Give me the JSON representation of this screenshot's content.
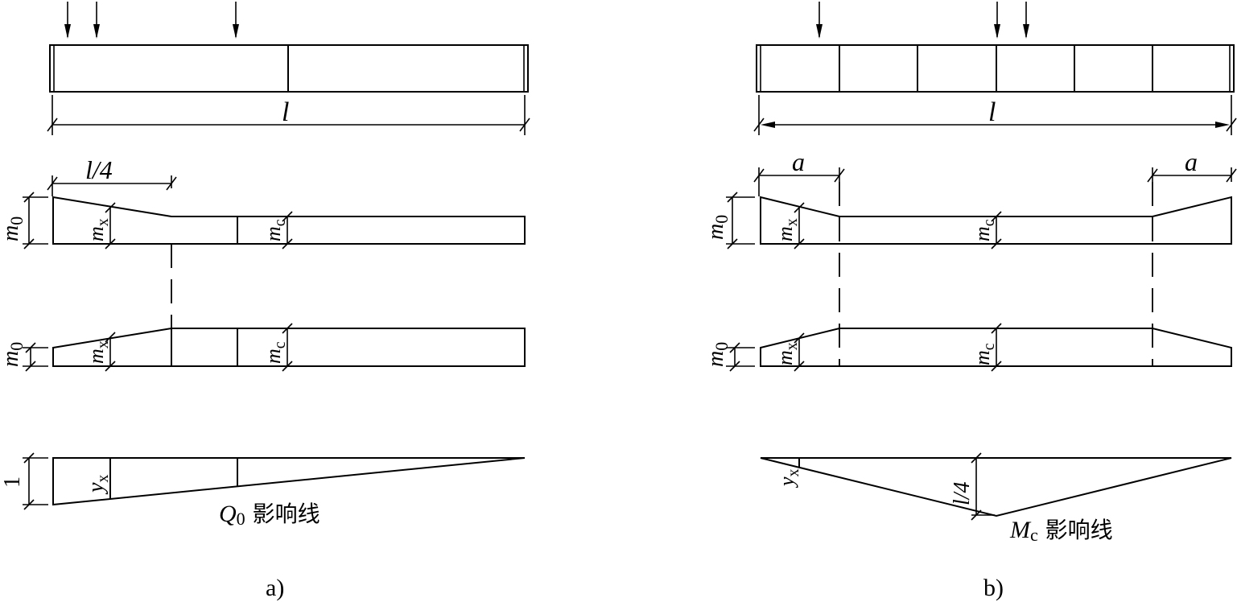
{
  "left": {
    "span_label": "l",
    "quarter_label": "l/4",
    "m0_symbol": "m",
    "m0_sub": "0",
    "mx_symbol": "m",
    "mx_sub": "x",
    "mc_symbol": "m",
    "mc_sub": "c",
    "unit_label": "1",
    "yx_symbol": "y",
    "yx_sub": "x",
    "caption_symbol": "Q",
    "caption_sub": "0",
    "caption_text": " 影响线",
    "panel_label": "a)"
  },
  "right": {
    "span_label": "l",
    "a_label": "a",
    "m0_symbol": "m",
    "m0_sub": "0",
    "mx_symbol": "m",
    "mx_sub": "x",
    "mc_symbol": "m",
    "mc_sub": "c",
    "quarter_label": "l/4",
    "yx_symbol": "y",
    "yx_sub": "x",
    "caption_symbol": "M",
    "caption_sub": "c",
    "caption_text": " 影响线",
    "panel_label": "b)"
  }
}
